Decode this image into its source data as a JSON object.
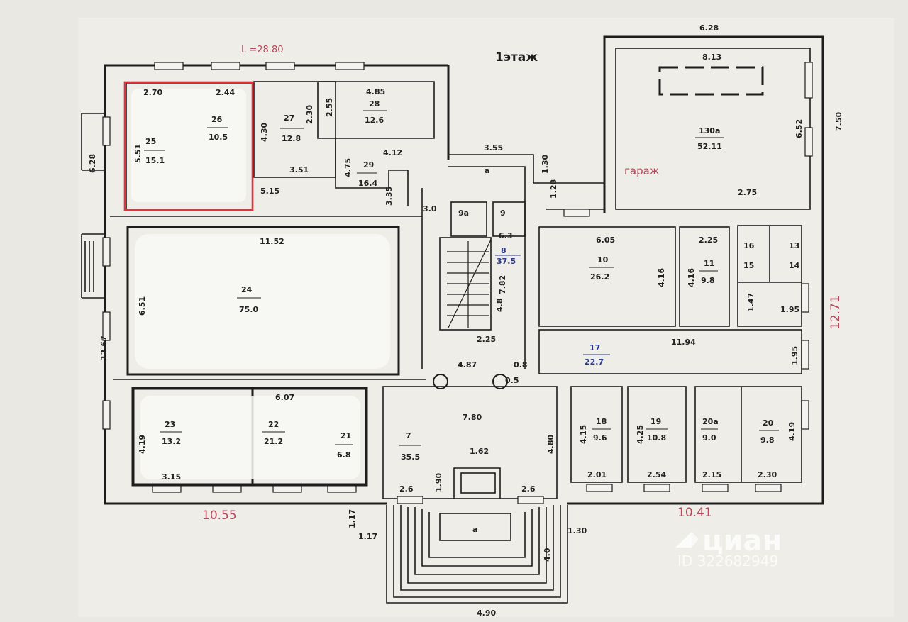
{
  "floor_label": "1этаж",
  "overall_top_left": "L =28.80",
  "garage_label": "гараж",
  "dims_bottom": [
    "10.55",
    "10.41"
  ],
  "dim_right_red": "12.71",
  "watermark": {
    "brand": "циан",
    "id": "ID 322682949"
  },
  "rooms": [
    {
      "no": "25",
      "area": "15.1"
    },
    {
      "no": "26",
      "area": "10.5"
    },
    {
      "no": "27",
      "area": "12.8"
    },
    {
      "no": "28",
      "area": "12.6"
    },
    {
      "no": "29",
      "area": "16.4"
    },
    {
      "no": "130a",
      "area": "52.11"
    },
    {
      "no": "24",
      "area": "75.0"
    },
    {
      "no": "8",
      "area": "37.5"
    },
    {
      "no": "10",
      "area": "26.2"
    },
    {
      "no": "11",
      "area": "9.8"
    },
    {
      "no": "17",
      "area": "22.7"
    },
    {
      "no": "23",
      "area": "13.2"
    },
    {
      "no": "22",
      "area": "21.2"
    },
    {
      "no": "21",
      "area": "6.8"
    },
    {
      "no": "7",
      "area": "35.5"
    },
    {
      "no": "18",
      "area": "9.6"
    },
    {
      "no": "19",
      "area": "10.8"
    },
    {
      "no": "20a",
      "area": "9.0"
    },
    {
      "no": "20",
      "area": "9.8"
    },
    {
      "no": "9a",
      "area": ""
    },
    {
      "no": "9",
      "area": "6.3"
    }
  ],
  "dims": [
    "2.70",
    "2.44",
    "5.51",
    "6.28",
    "4.30",
    "2.30",
    "3.51",
    "5.15",
    "4.85",
    "2.55",
    "4.75",
    "4.12",
    "3.35",
    "3.55",
    "1.30",
    "1.28",
    "6.28",
    "8.13",
    "6.52",
    "7.50",
    "2.75",
    "11.52",
    "6.51",
    "12.67",
    "6.05",
    "4.16",
    "2.25",
    "4.16",
    "11.94",
    "1.95",
    "7.82",
    "4.8",
    "2.25",
    "4.87",
    "7.80",
    "1.62",
    "4.80",
    "1.90",
    "2.6",
    "2.6",
    "4.19",
    "3.15",
    "6.07",
    "4.15",
    "2.01",
    "4.25",
    "2.54",
    "2.15",
    "2.30",
    "4.19",
    "1.17",
    "1.17",
    "1.30",
    "4.0",
    "4.90",
    "1.47",
    "0.8",
    "0.5",
    "3.0",
    "1.95"
  ],
  "small_labels": [
    "а",
    "а",
    "13",
    "14",
    "15",
    "16"
  ]
}
